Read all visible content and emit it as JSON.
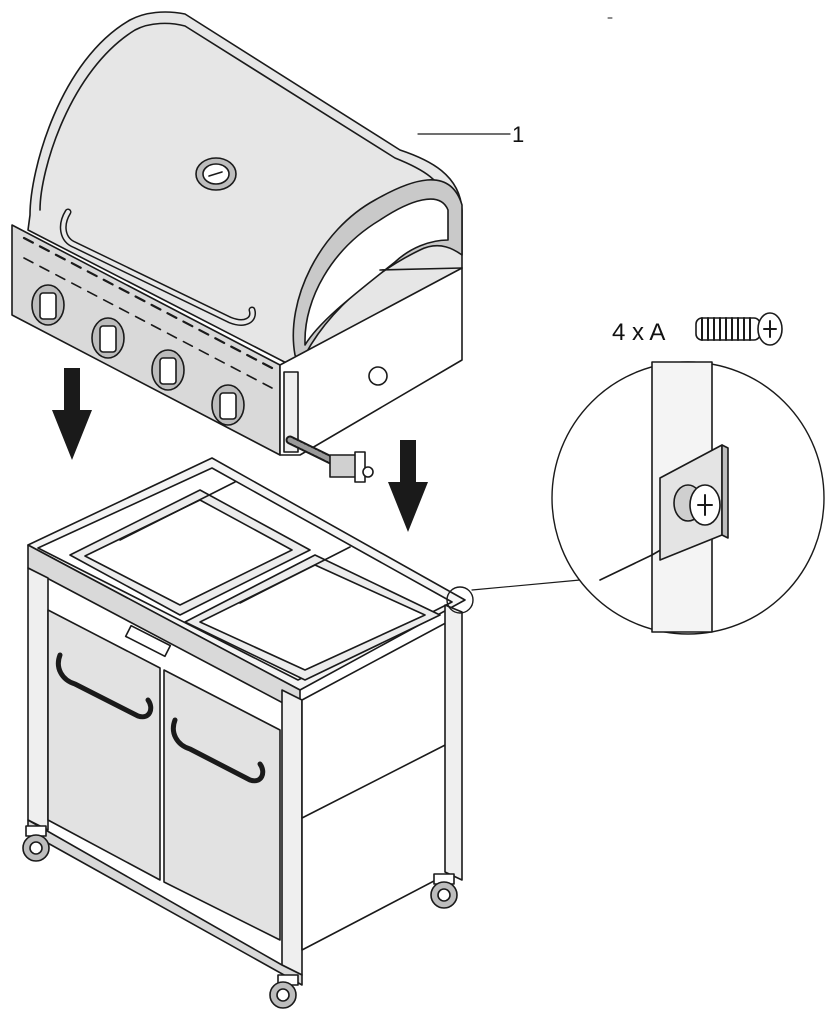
{
  "diagram": {
    "callout": {
      "number": "1"
    },
    "hardware": {
      "quantity_label": "4 x A"
    },
    "colors": {
      "ink": "#1a1a1a",
      "shade_light": "#e3e3e3",
      "shade_mid": "#c8c8c8",
      "shade_dark": "#9a9a9a",
      "paper": "#ffffff"
    },
    "parts": {
      "grill_head": "grill-head",
      "cart": "cart",
      "detail_view": "detail-magnifier"
    }
  }
}
